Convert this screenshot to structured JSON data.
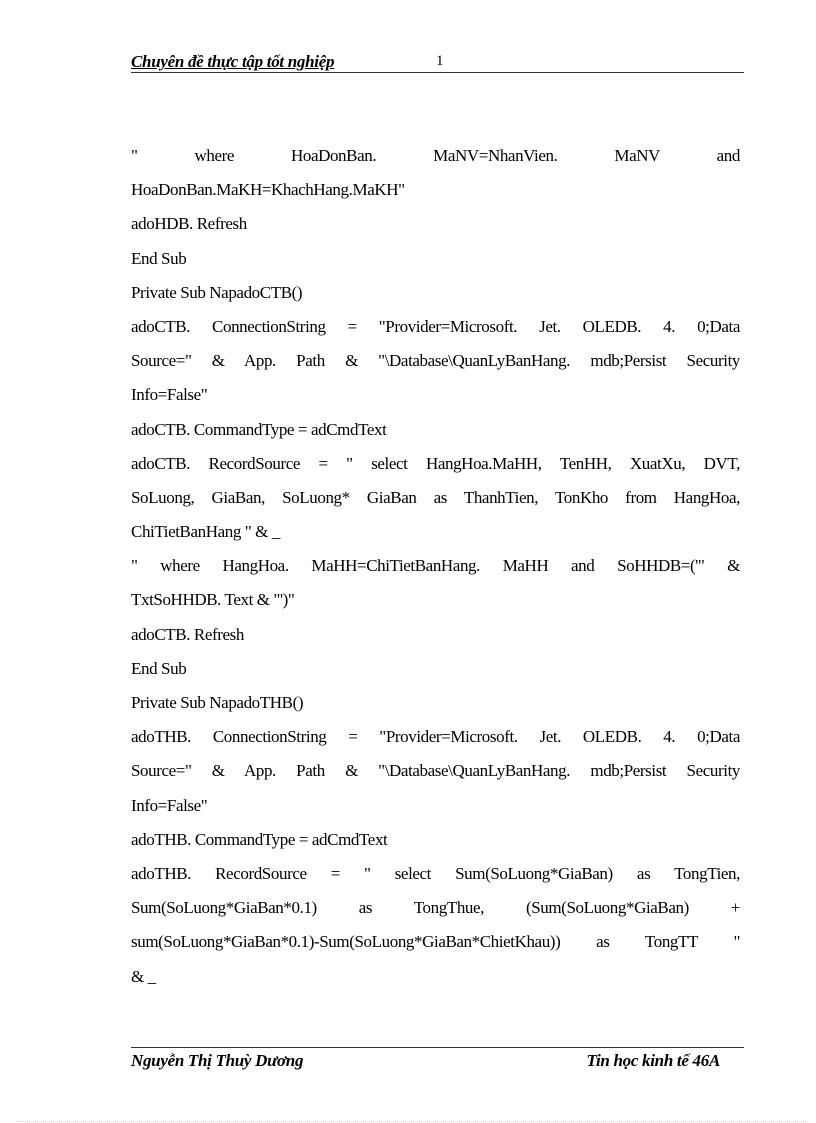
{
  "header": {
    "title": "Chuyên đề thực tập tốt nghiệp",
    "page_number": "1"
  },
  "body": {
    "lines": [
      {
        "text": "\"  where  HoaDonBan.  MaNV=NhanVien.  MaNV  and",
        "justify": true
      },
      {
        "text": "HoaDonBan.MaKH=KhachHang.MaKH\"",
        "justify": false
      },
      {
        "text": "adoHDB. Refresh",
        "justify": false
      },
      {
        "text": "End Sub",
        "justify": false
      },
      {
        "text": "Private Sub NapadoCTB()",
        "justify": false
      },
      {
        "text": "adoCTB. ConnectionString = \"Provider=Microsoft. Jet. OLEDB. 4. 0;Data",
        "justify": true
      },
      {
        "text": "Source=\" & App. Path & \"\\Database\\QuanLyBanHang. mdb;Persist Security",
        "justify": true
      },
      {
        "text": "Info=False\"",
        "justify": false
      },
      {
        "text": "adoCTB. CommandType = adCmdText",
        "justify": false
      },
      {
        "text": "adoCTB. RecordSource = \" select HangHoa.MaHH, TenHH, XuatXu, DVT,",
        "justify": true
      },
      {
        "text": "SoLuong, GiaBan, SoLuong* GiaBan as ThanhTien, TonKho from HangHoa,",
        "justify": true
      },
      {
        "text": "ChiTietBanHang \" & _",
        "justify": false
      },
      {
        "text": "\" where HangHoa. MaHH=ChiTietBanHang. MaHH and SoHHDB=('\" &",
        "justify": true
      },
      {
        "text": "TxtSoHHDB. Text & \"')\"",
        "justify": false
      },
      {
        "text": "adoCTB. Refresh",
        "justify": false
      },
      {
        "text": "End Sub",
        "justify": false
      },
      {
        "text": "Private Sub NapadoTHB()",
        "justify": false
      },
      {
        "text": "adoTHB. ConnectionString = \"Provider=Microsoft. Jet. OLEDB. 4. 0;Data",
        "justify": true
      },
      {
        "text": "Source=\" & App. Path & \"\\Database\\QuanLyBanHang. mdb;Persist Security",
        "justify": true
      },
      {
        "text": "Info=False\"",
        "justify": false
      },
      {
        "text": "adoTHB. CommandType = adCmdText",
        "justify": false
      },
      {
        "text": "adoTHB. RecordSource = \" select Sum(SoLuong*GiaBan) as TongTien,",
        "justify": true
      },
      {
        "text": "Sum(SoLuong*GiaBan*0.1) as TongThue, (Sum(SoLuong*GiaBan) +",
        "justify": true
      },
      {
        "text": "sum(SoLuong*GiaBan*0.1)-Sum(SoLuong*GiaBan*ChietKhau)) as TongTT \"",
        "justify": true
      },
      {
        "text": "& _",
        "justify": false
      }
    ]
  },
  "footer": {
    "author": "Nguyễn Thị Thuỳ Dương",
    "class": "Tin học kinh tế 46A"
  }
}
